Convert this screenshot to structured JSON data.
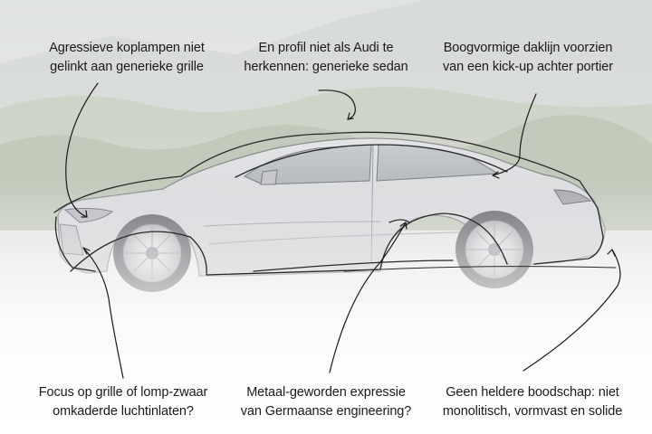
{
  "annotations": {
    "top_left": {
      "line1": "Agressieve koplampen niet",
      "line2": "gelinkt aan generieke grille"
    },
    "top_center": {
      "line1": "En profil niet als Audi te",
      "line2": "herkennen: generieke sedan"
    },
    "top_right": {
      "line1": "Boogvormige daklijn voorzien",
      "line2": "van een kick-up achter portier"
    },
    "bottom_left": {
      "line1": "Focus op grille of lomp-zwaar",
      "line2": "omkaderde luchtinlaten?"
    },
    "bottom_center": {
      "line1": "Metaal-geworden expressie",
      "line2": "van Germaanse engineering?"
    },
    "bottom_right": {
      "line1": "Geen heldere boodschap: niet",
      "line2": "monolitisch, vormvast en solide"
    }
  },
  "colors": {
    "text": "#1a1a1a",
    "sketch_line": "#2a2a2a",
    "car_body": "#dcdddf"
  }
}
